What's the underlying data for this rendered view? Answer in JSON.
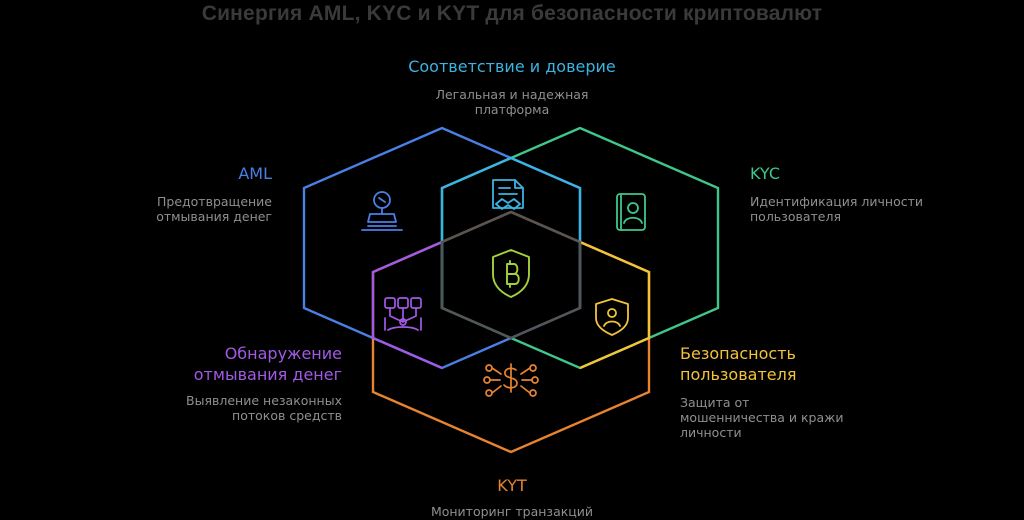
{
  "title": "Синергия AML, KYC и KYT для безопасности криптовалют",
  "colors": {
    "aml": "#4a7fe6",
    "kyc": "#3fc78b",
    "kyt": "#e8842f",
    "compliance": "#3ab4e2",
    "detection": "#a25ae6",
    "safety": "#f2c43a",
    "center": "#a3d13b",
    "center_hex": "#555555",
    "description": "#8f8f8f"
  },
  "sections": {
    "compliance": {
      "heading": "Соответствие и доверие",
      "desc_line1": "Легальная и надежная",
      "desc_line2": "платформа",
      "icon": "document-handshake-icon"
    },
    "aml": {
      "heading": "AML",
      "desc_line1": "Предотвращение",
      "desc_line2": "отмывания денег",
      "icon": "stamp-icon"
    },
    "kyc": {
      "heading": "KYC",
      "desc_line1": "Идентификация личности",
      "desc_line2": "пользователя",
      "icon": "id-card-icon"
    },
    "detection": {
      "heading_line1": "Обнаружение",
      "heading_line2": "отмывания денег",
      "desc_line1": "Выявление незаконных",
      "desc_line2": "потоков средств",
      "icon": "money-flow-icon"
    },
    "safety": {
      "heading_line1": "Безопасность",
      "heading_line2": "пользователя",
      "desc_line1": "Защита от",
      "desc_line2": "мошенничества и кражи",
      "desc_line3": "личности",
      "icon": "shield-user-icon"
    },
    "kyt": {
      "heading": "KYT",
      "desc_line1": "Мониторинг транзакций",
      "icon": "dollar-network-icon"
    },
    "center": {
      "icon": "bitcoin-shield-icon"
    }
  }
}
